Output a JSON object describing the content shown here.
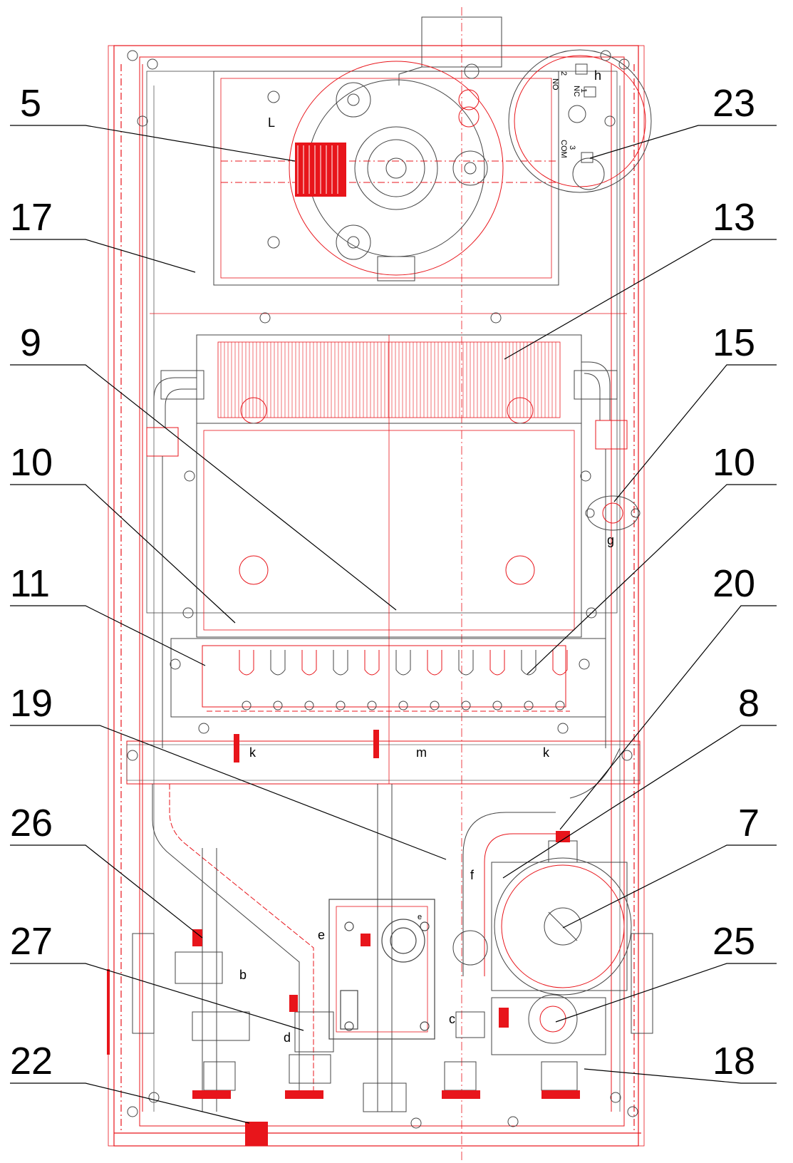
{
  "callouts": [
    {
      "id": "c5",
      "label": "5"
    },
    {
      "id": "c23",
      "label": "23"
    },
    {
      "id": "c17",
      "label": "17"
    },
    {
      "id": "c13",
      "label": "13"
    },
    {
      "id": "c9",
      "label": "9"
    },
    {
      "id": "c15",
      "label": "15"
    },
    {
      "id": "c10l",
      "label": "10"
    },
    {
      "id": "c10r",
      "label": "10"
    },
    {
      "id": "c11",
      "label": "11"
    },
    {
      "id": "c20",
      "label": "20"
    },
    {
      "id": "c19",
      "label": "19"
    },
    {
      "id": "c8",
      "label": "8"
    },
    {
      "id": "c26",
      "label": "26"
    },
    {
      "id": "c7",
      "label": "7"
    },
    {
      "id": "c27",
      "label": "27"
    },
    {
      "id": "c25",
      "label": "25"
    },
    {
      "id": "c22",
      "label": "22"
    },
    {
      "id": "c18",
      "label": "18"
    }
  ],
  "letters": {
    "L": "L",
    "h": "h",
    "g": "g",
    "k1": "k",
    "m": "m",
    "k2": "k",
    "f": "f",
    "e1": "e",
    "e2": "e",
    "b": "b",
    "d": "d",
    "c": "c"
  },
  "switch_labels": {
    "no": "NO",
    "nc": "NC",
    "com": "COM",
    "t1": "1",
    "t2": "2",
    "t3": "3"
  },
  "colors": {
    "line": "#e8151b",
    "ink": "#000000",
    "fill": "#e8151b"
  }
}
